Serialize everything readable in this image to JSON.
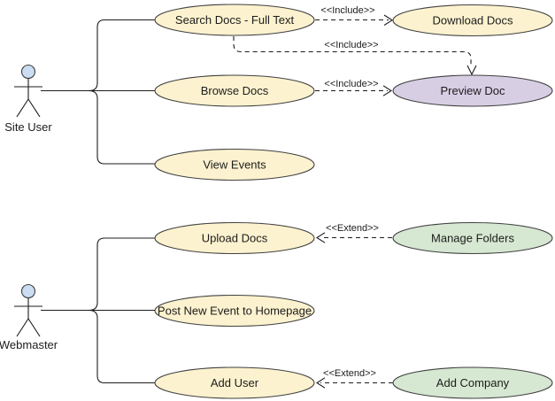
{
  "diagram": {
    "kind": "uml-use-case-diagram",
    "actors": [
      {
        "id": "site-user",
        "label": "Site User"
      },
      {
        "id": "webmaster",
        "label": "Webmaster"
      }
    ],
    "use_cases": [
      {
        "id": "search-docs-full-text",
        "label": "Search Docs - Full Text",
        "fill": "#FCF2CF"
      },
      {
        "id": "download-docs",
        "label": "Download Docs",
        "fill": "#FCF2CF"
      },
      {
        "id": "browse-docs",
        "label": "Browse Docs",
        "fill": "#FCF2CF"
      },
      {
        "id": "preview-doc",
        "label": "Preview Doc",
        "fill": "#D8CEE4"
      },
      {
        "id": "view-events",
        "label": "View Events",
        "fill": "#FCF2CF"
      },
      {
        "id": "upload-docs",
        "label": "Upload Docs",
        "fill": "#FCF2CF"
      },
      {
        "id": "manage-folders",
        "label": "Manage Folders",
        "fill": "#D6E7D2"
      },
      {
        "id": "post-new-event-to-homepage",
        "label": "Post New Event to Homepage",
        "fill": "#FCF2CF"
      },
      {
        "id": "add-user",
        "label": "Add User",
        "fill": "#FCF2CF"
      },
      {
        "id": "add-company",
        "label": "Add Company",
        "fill": "#D6E7D2"
      }
    ],
    "relationships": [
      {
        "type": "include",
        "from": "Search Docs - Full Text",
        "to": "Download Docs",
        "label": "<<Include>>"
      },
      {
        "type": "include",
        "from": "Search Docs - Full Text",
        "to": "Preview Doc",
        "label": "<<Include>>"
      },
      {
        "type": "include",
        "from": "Browse Docs",
        "to": "Preview Doc",
        "label": "<<Include>>"
      },
      {
        "type": "extend",
        "from": "Manage Folders",
        "to": "Upload Docs",
        "label": "<<Extend>>"
      },
      {
        "type": "extend",
        "from": "Add Company",
        "to": "Add User",
        "label": "<<Extend>>"
      }
    ],
    "associations": [
      {
        "actor": "Site User",
        "targets": [
          "Search Docs - Full Text",
          "Browse Docs",
          "View Events"
        ]
      },
      {
        "actor": "Webmaster",
        "targets": [
          "Upload Docs",
          "Post New Event to Homepage",
          "Add User"
        ]
      }
    ],
    "colors": {
      "use_case_cream": "#FCF2CF",
      "use_case_lavender": "#D8CEE4",
      "use_case_green": "#D6E7D2",
      "actor_head": "#CBDDF3",
      "shape_stroke": "#404040",
      "line": "#1c1c1c",
      "background": "#FFFFFF"
    }
  }
}
